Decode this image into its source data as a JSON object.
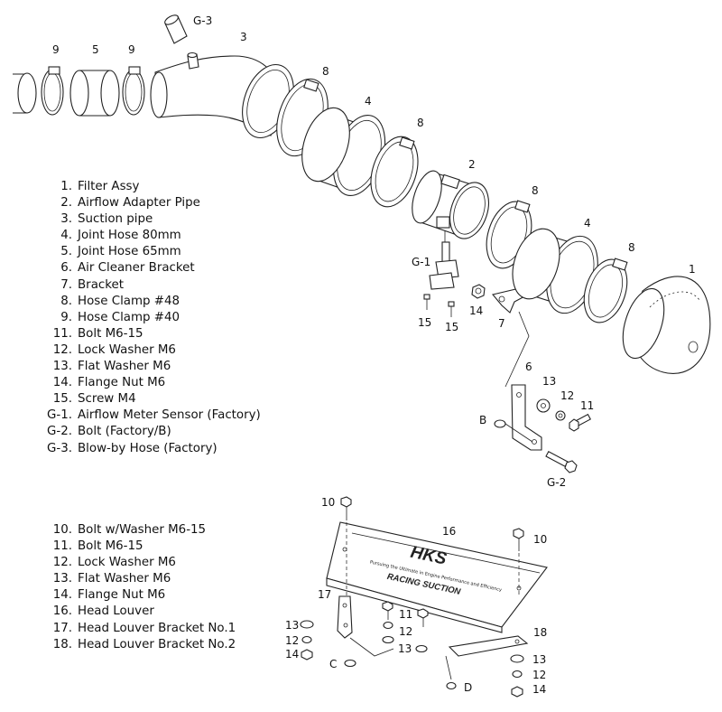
{
  "legend_main": [
    {
      "num": "1.",
      "text": "Filter Assy"
    },
    {
      "num": "2.",
      "text": "Airflow Adapter Pipe"
    },
    {
      "num": "3.",
      "text": "Suction pipe"
    },
    {
      "num": "4.",
      "text": "Joint Hose  80mm"
    },
    {
      "num": "5.",
      "text": "Joint Hose  65mm"
    },
    {
      "num": "6.",
      "text": "Air Cleaner Bracket"
    },
    {
      "num": "7.",
      "text": "Bracket"
    },
    {
      "num": "8.",
      "text": "Hose Clamp  #48"
    },
    {
      "num": "9.",
      "text": "Hose Clamp  #40"
    },
    {
      "num": "11.",
      "text": "Bolt  M6-15"
    },
    {
      "num": "12.",
      "text": "Lock Washer  M6"
    },
    {
      "num": "13.",
      "text": "Flat Washer  M6"
    },
    {
      "num": "14.",
      "text": "Flange Nut  M6"
    },
    {
      "num": "15.",
      "text": "Screw  M4"
    },
    {
      "num": "G-1.",
      "text": "Airflow Meter Sensor (Factory)"
    },
    {
      "num": "G-2.",
      "text": "Bolt (Factory/B)"
    },
    {
      "num": "G-3.",
      "text": "Blow-by Hose (Factory)"
    }
  ],
  "legend_louver": [
    {
      "num": "10.",
      "text": "Bolt w/Washer  M6-15"
    },
    {
      "num": "11.",
      "text": "Bolt  M6-15"
    },
    {
      "num": "12.",
      "text": "Lock Washer  M6"
    },
    {
      "num": "13.",
      "text": "Flat Washer  M6"
    },
    {
      "num": "14.",
      "text": "Flange Nut  M6"
    },
    {
      "num": "16.",
      "text": "Head Louver"
    },
    {
      "num": "17.",
      "text": "Head Louver Bracket No.1"
    },
    {
      "num": "18.",
      "text": "Head Louver Bracket No.2"
    }
  ],
  "callouts": {
    "g3": "G-3",
    "p3": "3",
    "p9a": "9",
    "p5": "5",
    "p9b": "9",
    "p8a": "8",
    "p4a": "4",
    "p8b": "8",
    "p2": "2",
    "p8c": "8",
    "p4b": "4",
    "p8d": "8",
    "p1": "1",
    "g1": "G-1",
    "p15a": "15",
    "p15b": "15",
    "p14": "14",
    "p7": "7",
    "p6": "6",
    "p13": "13",
    "p12": "12",
    "p11": "11",
    "b": "B",
    "g2": "G-2",
    "p10a": "10",
    "p16": "16",
    "p10b": "10",
    "p17": "17",
    "p13b": "13",
    "p12b": "12",
    "p14b": "14",
    "c": "C",
    "p11b": "11",
    "p12c": "12",
    "p13c": "13",
    "p18": "18",
    "p13d": "13",
    "p12d": "12",
    "p14d": "14",
    "d": "D"
  },
  "louver_text": {
    "brand": "HKS",
    "tagline": "Pursuing the Ultimate in Engine Performance and Efficiency",
    "product": "RACING SUCTION"
  }
}
